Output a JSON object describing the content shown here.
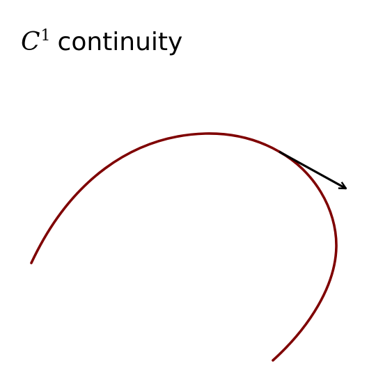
{
  "title": {
    "symbol": "C",
    "superscript": "1",
    "text": "continuity"
  },
  "colors": {
    "curve": "#7f0000",
    "tangent": "#000000",
    "background": "#ffffff"
  }
}
